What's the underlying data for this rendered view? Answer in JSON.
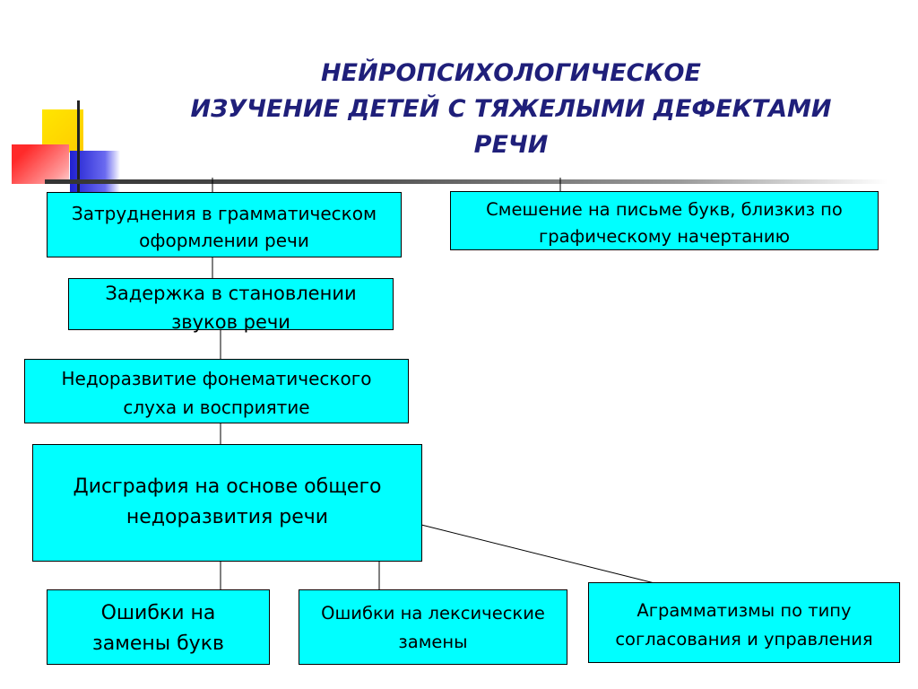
{
  "title": {
    "line1": "НЕЙРОПСИХОЛОГИЧЕСКОЕ",
    "line2": "ИЗУЧЕНИЕ ДЕТЕЙ С ТЯЖЕЛЫМИ ДЕФЕКТАМИ",
    "line3": "РЕЧИ"
  },
  "boxes": {
    "grammar": {
      "line1": "Затруднения в грамматическом",
      "line2": "оформлении речи"
    },
    "mixing": {
      "line1": "Смешение на письме букв, близкиз по",
      "line2": "графическому начертанию"
    },
    "sounds": {
      "line1": "Задержка в становлении",
      "line2": "звуков речи"
    },
    "phonemic": {
      "line1": "Недоразвитие фонематического",
      "line2": "слуха и восприятие"
    },
    "dysgraphia": {
      "line1": "Дисграфия на основе общего",
      "line2": "недоразвития речи"
    },
    "letters": {
      "line1": "Ошибки на",
      "line2": "замены букв"
    },
    "lexical": {
      "line1": "Ошибки на лексические",
      "line2": "замены"
    },
    "agrammatism": {
      "line1": "Аграмматизмы по типу",
      "line2": "согласования и управления"
    }
  },
  "colors": {
    "box_fill": "#00ffff",
    "title_color": "#1f1f7a",
    "deco_yellow": "#ffd700",
    "deco_blue": "#2b2bd6",
    "deco_red": "#ff3030"
  }
}
